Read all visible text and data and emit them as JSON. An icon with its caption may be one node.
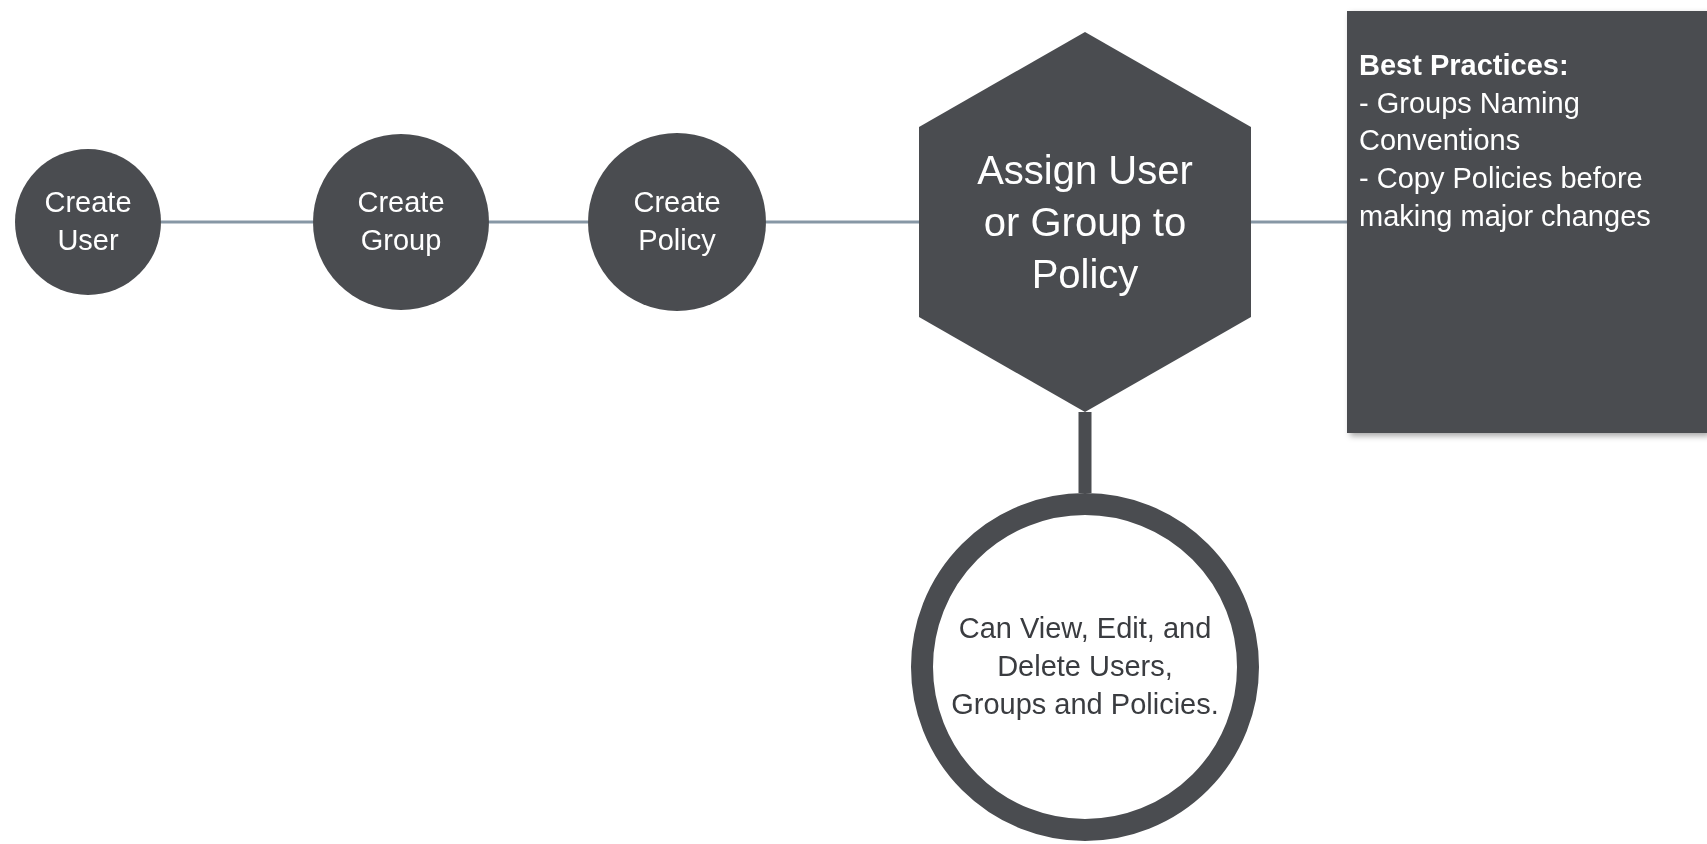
{
  "diagram": {
    "nodes": [
      {
        "text": [
          "Create User"
        ]
      },
      {
        "text": [
          "Create Group"
        ]
      },
      {
        "text": [
          "Create Policy"
        ]
      },
      {
        "text": [
          "Assign User or Group to Policy"
        ]
      },
      {
        "text": [
          "Best Practices:",
          "- Groups Naming Conventions",
          "- Copy Policies before making major changes"
        ]
      },
      {
        "text": [
          "Can View, Edit, and Delete Users, Groups and Policies."
        ]
      }
    ],
    "edges": [
      {
        "from": 0,
        "to": 1,
        "arrow": "none"
      },
      {
        "from": 1,
        "to": 2,
        "arrow": "none"
      },
      {
        "from": 2,
        "to": 3,
        "arrow": "none"
      },
      {
        "from": 3,
        "to": 4,
        "arrow": "none"
      },
      {
        "from": 3,
        "to": 5,
        "arrow": "none",
        "style": "thick",
        "color": "#4a4c50"
      }
    ]
  }
}
